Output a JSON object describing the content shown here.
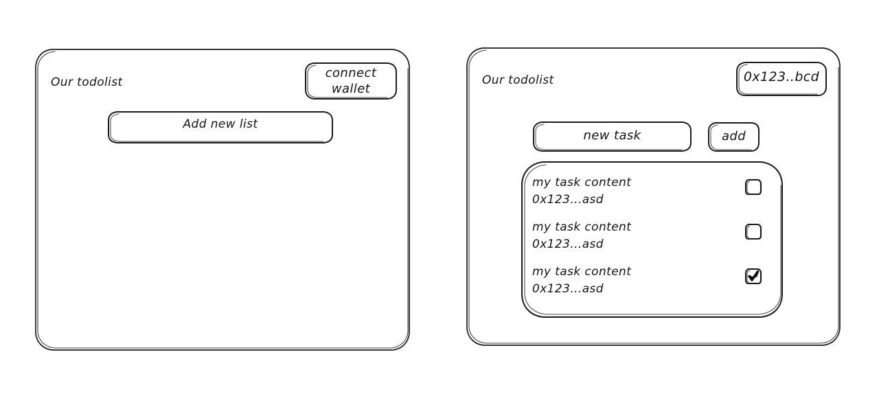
{
  "screen": {
    "background": "#ffffff",
    "ink": "#1a1a1a",
    "style": "hand-drawn-wireframe"
  },
  "panels": [
    {
      "id": "list-screen",
      "title": "Our todolist",
      "wallet_button": "connect wallet",
      "wallet_button_line1": "connect",
      "wallet_button_line2": "wallet",
      "add_list_button": "Add new list"
    },
    {
      "id": "task-screen",
      "title": "Our todolist",
      "wallet_address": "0x123..bcd",
      "new_task_placeholder": "new task",
      "add_button": "add",
      "tasks": [
        {
          "content": "my task content",
          "owner": "0x123...asd",
          "done": false
        },
        {
          "content": "my task content",
          "owner": "0x123...asd",
          "done": false
        },
        {
          "content": "my task content",
          "owner": "0x123...asd",
          "done": true
        }
      ]
    }
  ],
  "icons": {
    "checkbox_empty": "checkbox-empty-icon",
    "checkbox_checked": "checkbox-checked-icon"
  }
}
